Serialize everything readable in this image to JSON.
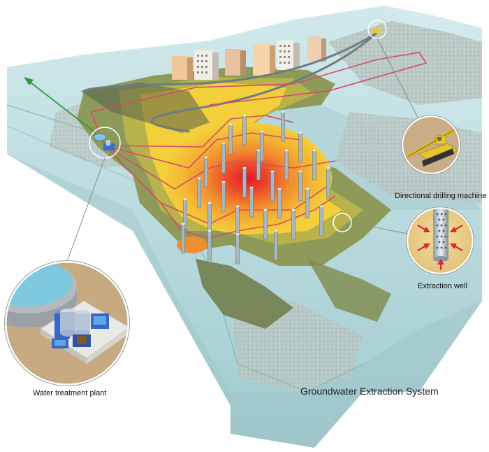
{
  "title": "Groundwater Extraction System",
  "callouts": {
    "drilling": "Directional drilling machine",
    "well": "Extraction well",
    "plant": "Water treatment plant"
  },
  "colors": {
    "glass": "#bcdde0",
    "glass_dark": "#8fbfc4",
    "plume_core": "#e8232b",
    "plume_mid": "#f2832b",
    "plume_outer": "#f4c62e",
    "clean_soil": "#8d9a5a",
    "pipe": "#d64a6a",
    "flow_arrow": "#2e9a3a",
    "sand": "#cfb98c"
  },
  "icons": [
    "building-icon",
    "drilling-rig-icon",
    "treatment-plant-icon",
    "well-screen-icon",
    "inflow-arrow-icon"
  ]
}
